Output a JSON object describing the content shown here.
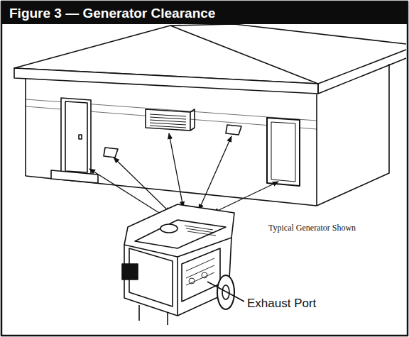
{
  "diagram": {
    "title": "Figure 3 — Generator Clearance",
    "labels": [
      "Typical Generator Shown",
      "Exhaust Port"
    ]
  }
}
